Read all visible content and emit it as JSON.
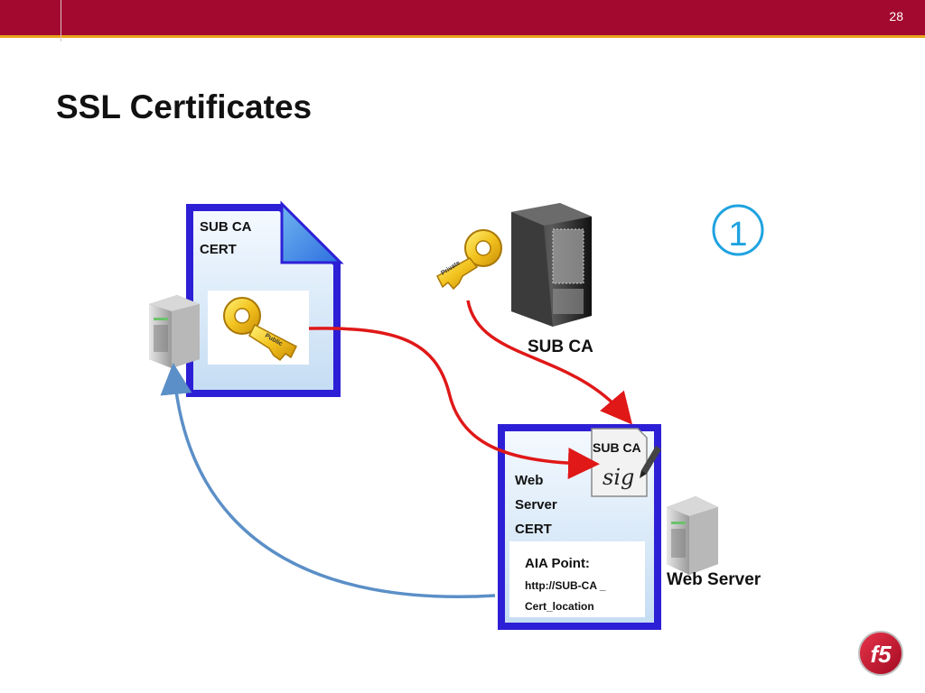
{
  "slide": {
    "number": "28",
    "title": "SSL Certificates"
  },
  "diagram": {
    "step_marker": "①",
    "sub_ca_cert": {
      "line1": "SUB CA",
      "line2": "CERT",
      "key_label": "Public"
    },
    "sub_ca_server": {
      "label": "SUB CA",
      "key_label": "Private"
    },
    "web_server_cert": {
      "line1": "Web",
      "line2": "Server",
      "line3": "CERT",
      "aia_heading": "AIA Point:",
      "aia_url_line1": "http://SUB-CA _",
      "aia_url_line2": "Cert_location",
      "signature_title": "SUB CA",
      "signature_text": "sig"
    },
    "web_server": {
      "label": "Web Server"
    }
  },
  "colors": {
    "brand": "#a3082e",
    "accent_line": "#e8a51c",
    "arrow_red": "#e01818",
    "arrow_blue": "#5b8fc7",
    "doc_border": "#2d1fd6",
    "step_marker": "#1fa3e0"
  },
  "logo": {
    "text": "f5"
  }
}
